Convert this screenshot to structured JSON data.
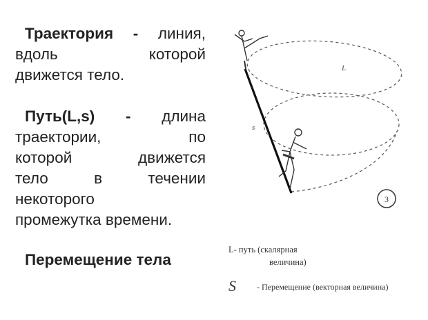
{
  "definitions": {
    "trajectory": {
      "term": "Траектория",
      "dash": "-",
      "lines": [
        "линия,",
        "вдоль которой",
        "движется тело."
      ]
    },
    "path": {
      "term": "Путь(L,s)",
      "dash": "-",
      "lines": [
        "длина",
        "траектории, по",
        "которой движется",
        "тело в течении",
        "некоторого",
        "промежутка времени."
      ]
    },
    "displacement": {
      "term": "Перемещение тела"
    }
  },
  "figure": {
    "label_L": "L",
    "label_s": "s",
    "figure_number": "3",
    "caption_path_line1": "L- путь (скалярная",
    "caption_path_line2": "величина)",
    "caption_s_symbol": "S",
    "caption_displacement": "- Перемещение (векторная величина)"
  }
}
